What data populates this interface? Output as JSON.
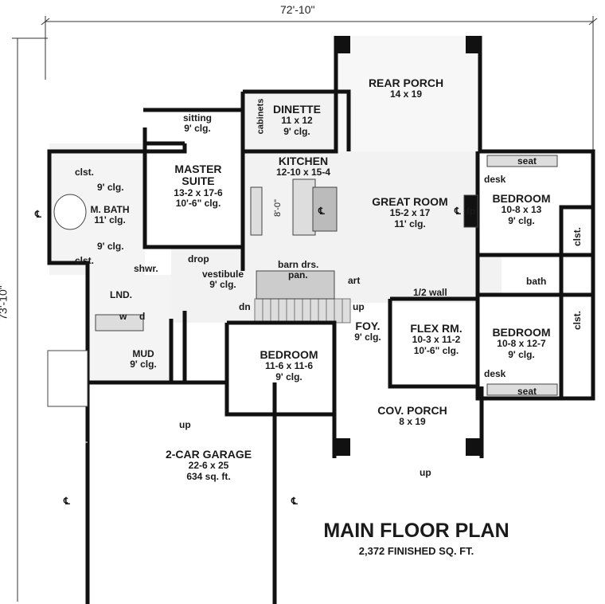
{
  "dimensions": {
    "width": "72'-10\"",
    "depth": "73'-10\""
  },
  "title": "MAIN FLOOR PLAN",
  "subtitle": "2,372 FINISHED SQ. FT.",
  "rooms": {
    "rear_porch": {
      "name": "REAR PORCH",
      "size": "14 x 19"
    },
    "dinette": {
      "name": "DINETTE",
      "size": "11 x 12",
      "ceiling": "9' clg."
    },
    "kitchen": {
      "name": "KITCHEN",
      "size": "12-10 x 15-4",
      "island": "8'-0\""
    },
    "great_room": {
      "name": "GREAT ROOM",
      "size": "15-2 x 17",
      "ceiling": "11' clg."
    },
    "master_suite": {
      "name": "MASTER",
      "name2": "SUITE",
      "size": "13-2 x 17-6",
      "ceiling": "10'-6\" clg."
    },
    "sitting": {
      "name": "sitting",
      "ceiling": "9' clg."
    },
    "master_bath": {
      "name": "M. BATH",
      "ceiling": "11' clg.",
      "ceiling_upper": "9' clg.",
      "ceiling_lower": "9' clg."
    },
    "bedroom_ne": {
      "name": "BEDROOM",
      "size": "10-8 x 13",
      "ceiling": "9' clg."
    },
    "bedroom_se": {
      "name": "BEDROOM",
      "size": "10-8 x 12-7",
      "ceiling": "9' clg."
    },
    "bedroom_mid": {
      "name": "BEDROOM",
      "size": "11-6 x 11-6",
      "ceiling": "9' clg."
    },
    "flex_room": {
      "name": "FLEX RM.",
      "size": "10-3 x 11-2",
      "ceiling": "10'-6\" clg."
    },
    "foyer": {
      "name": "FOY.",
      "ceiling": "9' clg."
    },
    "covered_porch": {
      "name": "COV. PORCH",
      "size": "8 x 19"
    },
    "vestibule": {
      "name": "vestibule",
      "ceiling": "9' clg."
    },
    "laundry": {
      "name": "LND."
    },
    "mud": {
      "name": "MUD",
      "ceiling": "9' clg."
    },
    "garage": {
      "name": "2-CAR GARAGE",
      "size": "22-6 x 25",
      "area": "634 sq. ft."
    }
  },
  "notes": {
    "cabinets": "cabinets",
    "closet": "clst.",
    "shower": "shwr.",
    "drop": "drop",
    "barn_doors": "barn drs.",
    "pantry": "pan.",
    "art": "art",
    "half_wall": "1/2 wall",
    "fireplace": "fp",
    "desk": "desk",
    "seat": "seat",
    "bath": "bath",
    "washer": "w",
    "dryer": "d",
    "down": "dn",
    "up": "up",
    "centerline": "℄"
  }
}
